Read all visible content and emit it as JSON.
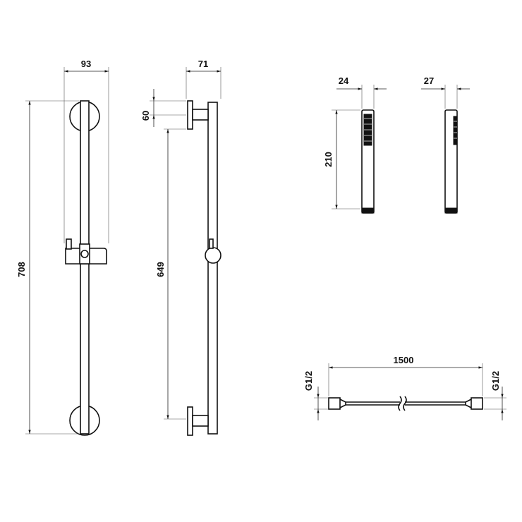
{
  "dimensions": {
    "rail_front_width": "93",
    "rail_side_depth": "71",
    "rail_total_height": "708",
    "bracket_offset": "60",
    "bracket_spacing": "649",
    "handshower_front_width": "24",
    "handshower_side_width": "27",
    "handshower_length": "210",
    "hose_length": "1500",
    "hose_thread_left": "G1/2",
    "hose_thread_right": "G1/2"
  }
}
